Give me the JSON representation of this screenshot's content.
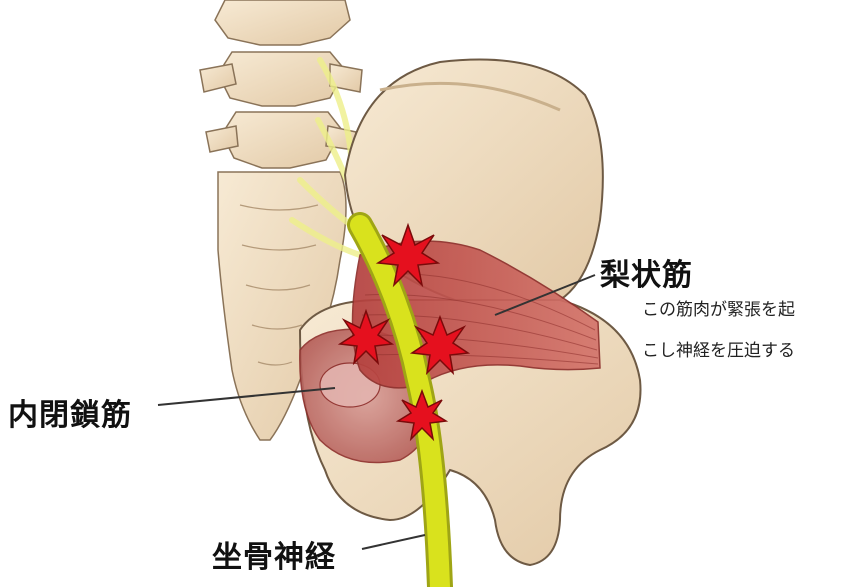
{
  "labels": {
    "piriformis": "梨状筋",
    "piriformis_note_line1": "この筋肉が緊張を起",
    "piriformis_note_line2": "こし神経を圧迫する",
    "obturator_internus": "内閉鎖筋",
    "sciatic_nerve": "坐骨神経"
  },
  "colors": {
    "bone": "#efdcc0",
    "bone_shadow": "#c9b08c",
    "bone_outline": "#6e5a44",
    "muscle": "#c2524e",
    "muscle_dark": "#8e2f2c",
    "nerve": "#d9e21d",
    "nerve_outline": "#9fa515",
    "burst": "#e5101e",
    "leader": "#333333"
  },
  "icons": [
    "pain-burst-icon"
  ]
}
